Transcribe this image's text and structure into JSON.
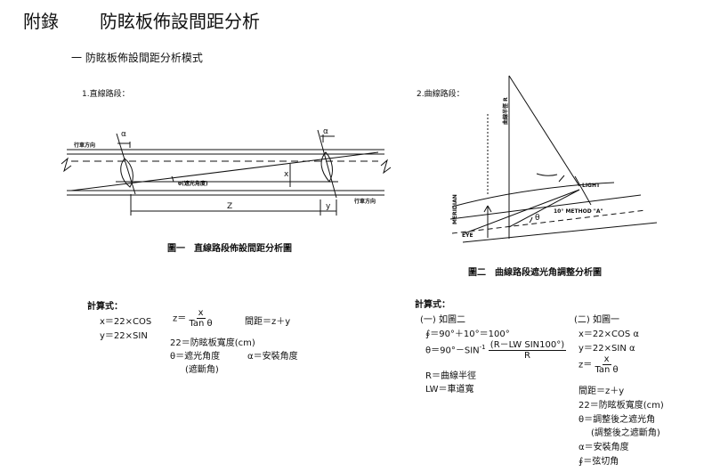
{
  "header": {
    "appendix": "附錄",
    "title": "防眩板佈設間距分析"
  },
  "section": {
    "heading": "一  防眩板佈設間距分析模式"
  },
  "straight": {
    "label": "1.直線路段：",
    "dir_top": "行車方向",
    "dir_bottom": "行車方向",
    "alpha": "α",
    "theta_note": "θ(遮光角度)",
    "x": "x",
    "y": "y",
    "z": "Z",
    "caption": "圖一　直線路段佈設間距分析圖"
  },
  "curve": {
    "label": "2.曲線路段：",
    "radius": "曲線半徑 R",
    "meridian": "MERIDIAN",
    "light": "LIGHT",
    "method": "10° METHOD \"A\"",
    "eye": "EYE",
    "theta": "θ",
    "caption": "圖二　曲線路段遮光角調整分析圖"
  },
  "calc_left": {
    "heading": "計算式：",
    "x_eq": "x＝22×COS",
    "y_eq": "y＝22×SIN",
    "z_lhs": "z＝",
    "z_num": "x",
    "z_den": "Tan θ",
    "spacing": "間距＝z＋y",
    "width": "22＝防眩板寬度(cm)",
    "theta_def": "θ＝遮光角度",
    "alpha_def": "α＝安裝角度",
    "theta_alt": "(遮斷角)"
  },
  "calc_right": {
    "heading": "計算式：",
    "fig2": "(一) 如圖二",
    "phi_eq": "∮＝90°＋10°＝100°",
    "theta_lhs": "θ＝90°－SIN",
    "theta_sup": "-1",
    "theta_num": "(R－LW  SIN100°)",
    "theta_den": "R",
    "r_def": "R＝曲線半徑",
    "lw_def": "LW＝車道寬",
    "fig1": "(二) 如圖一",
    "x_eq": "x＝22×COS α",
    "y_eq": "y＝22×SIN α",
    "z_lhs": "z＝",
    "z_num": "x",
    "z_den": "Tan θ",
    "spacing": "間距＝z＋y",
    "width": "22＝防眩板寬度(cm)",
    "theta_def": "θ＝調整後之遮光角",
    "theta_alt": "(調整後之遮斷角)",
    "alpha_def": "α＝安裝角度",
    "phi_def": "∮＝弦切角"
  }
}
